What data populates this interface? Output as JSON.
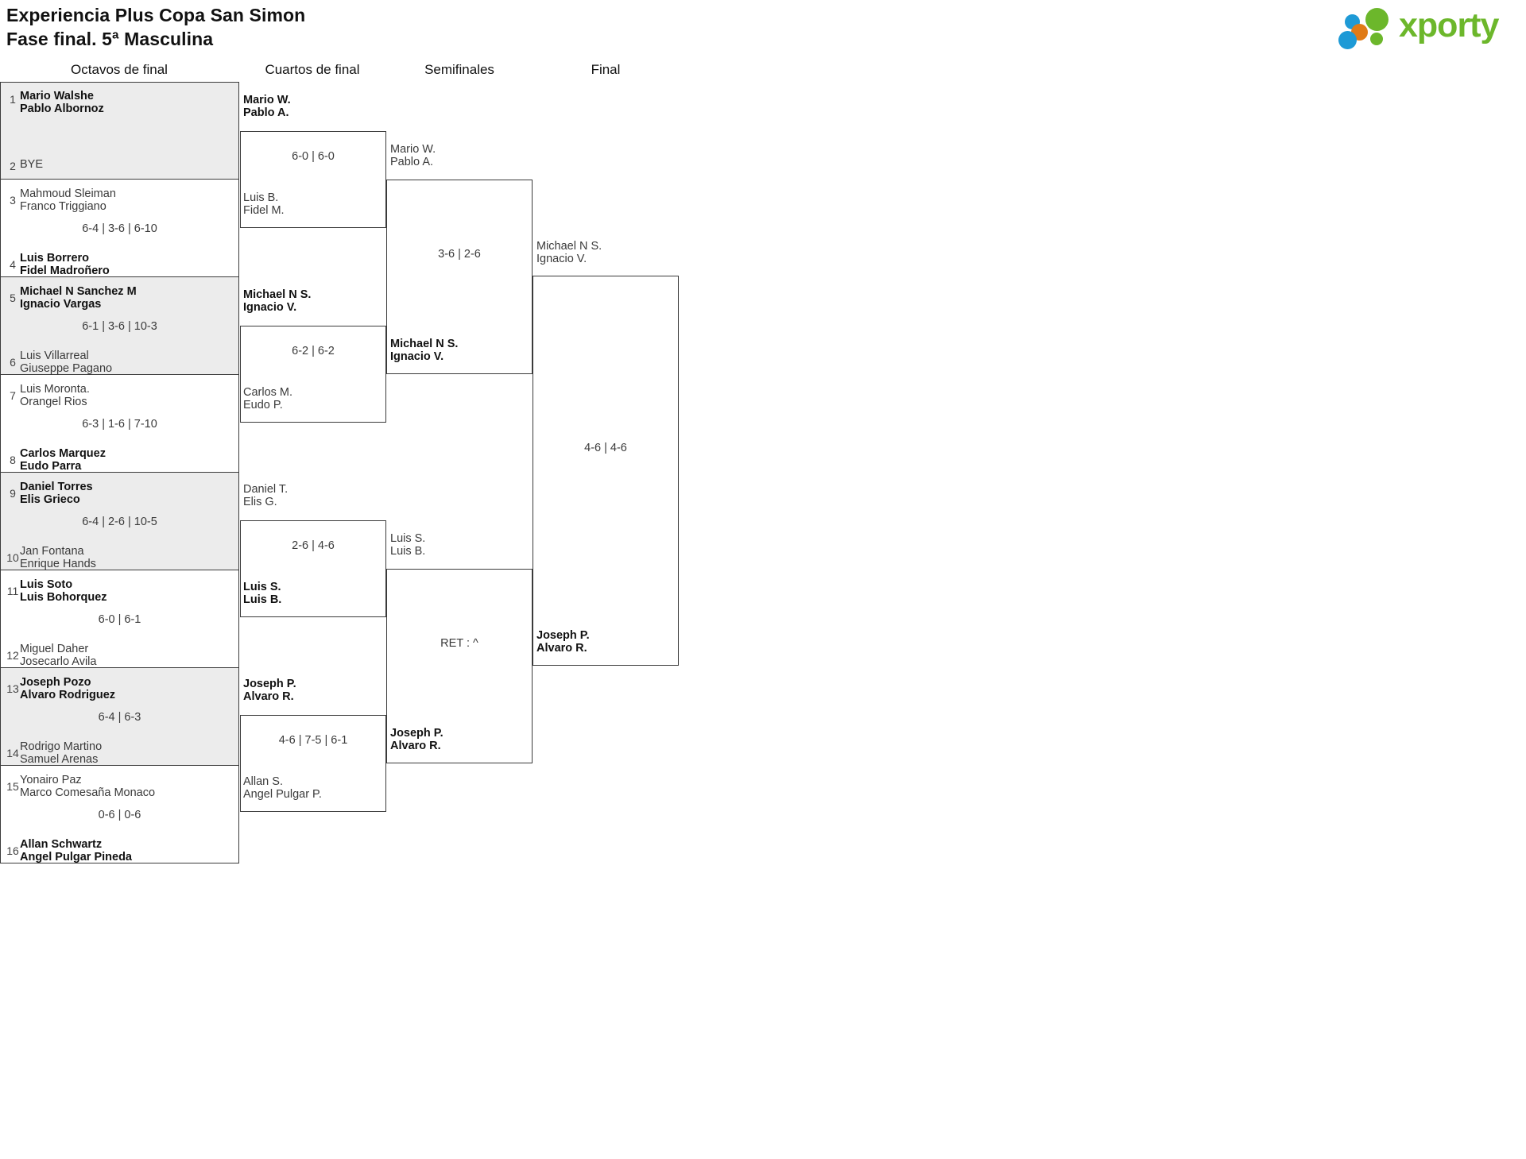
{
  "header": {
    "title_line1": "Experiencia Plus Copa San Simon",
    "title_line2": "Fase final. 5ª Masculina",
    "logo_text": "xporty",
    "logo_colors": {
      "green": "#6cb72b",
      "blue": "#1e9ad6",
      "orange": "#e07b16"
    }
  },
  "rounds": [
    {
      "label": "Octavos de final"
    },
    {
      "label": "Cuartos de final"
    },
    {
      "label": "Semifinales"
    },
    {
      "label": "Final"
    }
  ],
  "chart_data": {
    "type": "bracket",
    "title": "Experiencia Plus Copa San Simon - Fase final. 5ª Masculina",
    "round_names": [
      "Octavos de final",
      "Cuartos de final",
      "Semifinales",
      "Final"
    ],
    "draw_size": 16
  },
  "round1": {
    "pairs": [
      {
        "shaded": true,
        "top": {
          "seed": "1",
          "line1": "Mario Walshe",
          "line2": "Pablo Albornoz",
          "winner": true
        },
        "bottom": {
          "seed": "2",
          "line1": "BYE",
          "line2": "",
          "winner": false
        },
        "score": ""
      },
      {
        "shaded": false,
        "top": {
          "seed": "3",
          "line1": "Mahmoud Sleiman",
          "line2": "Franco Triggiano",
          "winner": false
        },
        "bottom": {
          "seed": "4",
          "line1": "Luis Borrero",
          "line2": "Fidel Madroñero",
          "winner": true
        },
        "score": "6-4 | 3-6 | 6-10"
      },
      {
        "shaded": true,
        "top": {
          "seed": "5",
          "line1": "Michael N Sanchez M",
          "line2": "Ignacio Vargas",
          "winner": true
        },
        "bottom": {
          "seed": "6",
          "line1": "Luis Villarreal",
          "line2": "Giuseppe Pagano",
          "winner": false
        },
        "score": "6-1 | 3-6 | 10-3"
      },
      {
        "shaded": false,
        "top": {
          "seed": "7",
          "line1": "Luis Moronta.",
          "line2": "Orangel Rios",
          "winner": false
        },
        "bottom": {
          "seed": "8",
          "line1": "Carlos Marquez",
          "line2": "Eudo Parra",
          "winner": true
        },
        "score": "6-3 | 1-6 | 7-10"
      },
      {
        "shaded": true,
        "top": {
          "seed": "9",
          "line1": "Daniel Torres",
          "line2": "Elis Grieco",
          "winner": true
        },
        "bottom": {
          "seed": "10",
          "line1": "Jan Fontana",
          "line2": "Enrique Hands",
          "winner": false
        },
        "score": "6-4 | 2-6 | 10-5"
      },
      {
        "shaded": false,
        "top": {
          "seed": "11",
          "line1": "Luis Soto",
          "line2": "Luis Bohorquez",
          "winner": true
        },
        "bottom": {
          "seed": "12",
          "line1": "Miguel Daher",
          "line2": "Josecarlo Avila",
          "winner": false
        },
        "score": "6-0 | 6-1"
      },
      {
        "shaded": true,
        "top": {
          "seed": "13",
          "line1": "Joseph Pozo",
          "line2": "Alvaro Rodriguez",
          "winner": true
        },
        "bottom": {
          "seed": "14",
          "line1": "Rodrigo Martino",
          "line2": "Samuel Arenas",
          "winner": false
        },
        "score": "6-4 | 6-3"
      },
      {
        "shaded": false,
        "top": {
          "seed": "15",
          "line1": "Yonairo Paz",
          "line2": "Marco Comesaña Monaco",
          "winner": false
        },
        "bottom": {
          "seed": "16",
          "line1": "Allan Schwartz",
          "line2": "Angel Pulgar Pineda",
          "winner": true
        },
        "score": "0-6 | 0-6"
      }
    ]
  },
  "round2": {
    "matches": [
      {
        "top": {
          "line1": "Mario W.",
          "line2": "Pablo A.",
          "winner": true
        },
        "bottom": {
          "line1": "Luis B.",
          "line2": "Fidel M.",
          "winner": false
        },
        "score": "6-0 | 6-0"
      },
      {
        "top": {
          "line1": "Michael N S.",
          "line2": "Ignacio V.",
          "winner": true
        },
        "bottom": {
          "line1": "Carlos M.",
          "line2": "Eudo P.",
          "winner": false
        },
        "score": "6-2 | 6-2"
      },
      {
        "top": {
          "line1": "Daniel T.",
          "line2": "Elis G.",
          "winner": false
        },
        "bottom": {
          "line1": "Luis S.",
          "line2": "Luis B.",
          "winner": true
        },
        "score": "2-6 | 4-6"
      },
      {
        "top": {
          "line1": "Joseph P.",
          "line2": "Alvaro R.",
          "winner": true
        },
        "bottom": {
          "line1": "Allan S.",
          "line2": "Angel Pulgar P.",
          "winner": false
        },
        "score": "4-6 | 7-5 | 6-1"
      }
    ]
  },
  "round3": {
    "matches": [
      {
        "top": {
          "line1": "Mario W.",
          "line2": "Pablo A.",
          "winner": false
        },
        "bottom": {
          "line1": "Michael N S.",
          "line2": "Ignacio V.",
          "winner": true
        },
        "score": "3-6 | 2-6"
      },
      {
        "top": {
          "line1": "Luis S.",
          "line2": "Luis B.",
          "winner": false
        },
        "bottom": {
          "line1": "Joseph P.",
          "line2": "Alvaro R.",
          "winner": true
        },
        "score": "RET : ^"
      }
    ]
  },
  "round4": {
    "matches": [
      {
        "top": {
          "line1": "Michael N S.",
          "line2": "Ignacio V.",
          "winner": false
        },
        "bottom": {
          "line1": "Joseph P.",
          "line2": "Alvaro R.",
          "winner": true
        },
        "score": "4-6 | 4-6"
      }
    ]
  }
}
